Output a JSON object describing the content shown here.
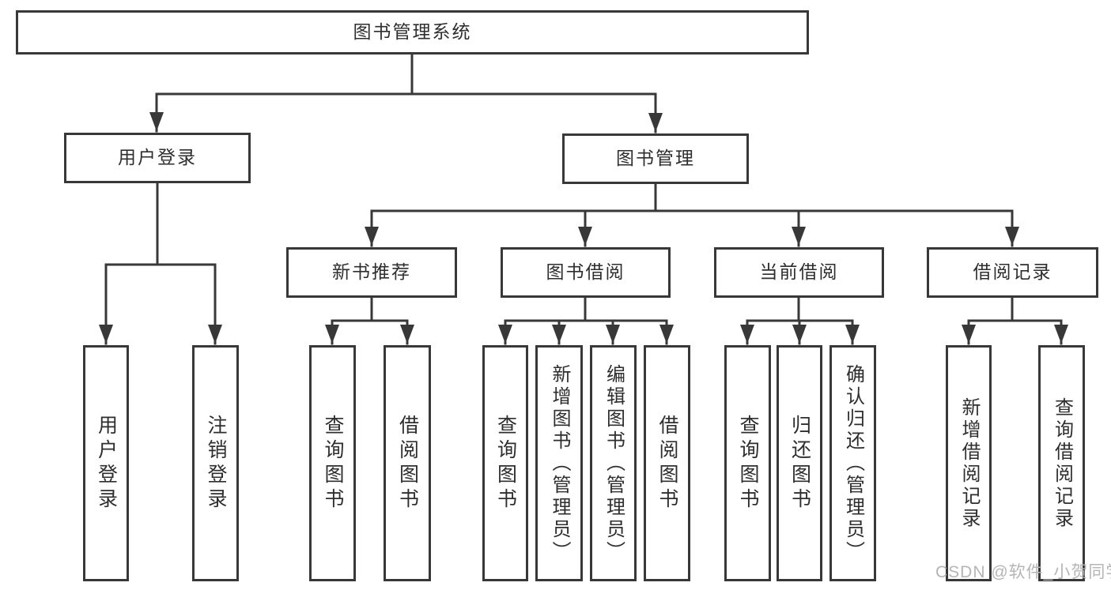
{
  "tree": {
    "label": "图书管理系统",
    "children": [
      {
        "label": "用户登录",
        "children": [
          {
            "label": "用户登录"
          },
          {
            "label": "注销登录"
          }
        ]
      },
      {
        "label": "图书管理",
        "children": [
          {
            "label": "新书推荐",
            "children": [
              {
                "label": "查询图书"
              },
              {
                "label": "借阅图书"
              }
            ]
          },
          {
            "label": "图书借阅",
            "children": [
              {
                "label": "查询图书"
              },
              {
                "label": "新增图书（管理员）"
              },
              {
                "label": "编辑图书（管理员）"
              },
              {
                "label": "借阅图书"
              }
            ]
          },
          {
            "label": "当前借阅",
            "children": [
              {
                "label": "查询图书"
              },
              {
                "label": "归还图书"
              },
              {
                "label": "确认归还（管理员）"
              }
            ]
          },
          {
            "label": "借阅记录",
            "children": [
              {
                "label": "新增借阅记录"
              },
              {
                "label": "查询借阅记录"
              }
            ]
          }
        ]
      }
    ]
  },
  "watermark": {
    "text": "CSDN @软件_小贺同学"
  },
  "colors": {
    "line": "#383838",
    "box_border": "#383838",
    "text": "#2e2e2e",
    "background": "#ffffff",
    "watermark": "#b5b5b5"
  }
}
